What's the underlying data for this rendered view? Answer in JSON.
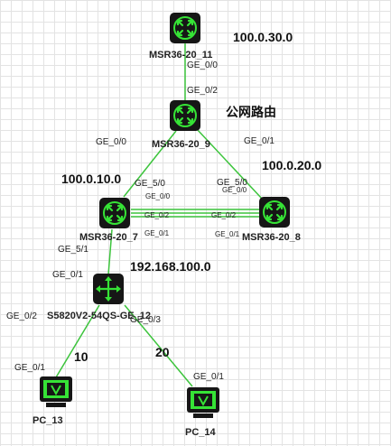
{
  "colors": {
    "link": "#3cc43c",
    "device_bg": "#161616",
    "device_glyph": "#36e336",
    "grid": "#e3e3e3"
  },
  "devices": {
    "msr11": {
      "name": "MSR36-20_11",
      "icon": "router-icon"
    },
    "msr9": {
      "name": "MSR36-20_9",
      "icon": "router-icon"
    },
    "msr7": {
      "name": "MSR36-20_7",
      "icon": "router-icon"
    },
    "msr8": {
      "name": "MSR36-20_8",
      "icon": "router-icon"
    },
    "sw": {
      "name": "S5820V2-54QS-GE_12",
      "icon": "switch-icon"
    },
    "pc13": {
      "name": "PC_13",
      "icon": "pc-icon"
    },
    "pc14": {
      "name": "PC_14",
      "icon": "pc-icon"
    }
  },
  "ports": {
    "msr11_ge00": "GE_0/0",
    "msr9_ge02": "GE_0/2",
    "msr9_ge00": "GE_0/0",
    "msr9_ge01": "GE_0/1",
    "msr7_ge50": "GE_5/0",
    "msr7_ge00": "GE_0/0",
    "msr7_ge02": "GE_0/2",
    "msr7_ge01": "GE_0/1",
    "msr7_ge51": "GE_5/1",
    "msr8_ge50": "GE_5/0",
    "msr8_ge00": "GE_0/0",
    "msr8_ge02": "GE_0/2",
    "msr8_ge01": "GE_0/1",
    "sw_ge01": "GE_0/1",
    "sw_ge02": "GE_0/2",
    "sw_ge03": "GE_0/3",
    "pc13_ge01": "GE_0/1",
    "pc14_ge01": "GE_0/1"
  },
  "annotations": {
    "net_100_0_30": "100.0.30.0",
    "public_routing": "公网路由",
    "net_100_0_10": "100.0.10.0",
    "net_100_0_20": "100.0.20.0",
    "net_192_168_100": "192.168.100.0",
    "vlan_10": "10",
    "vlan_20": "20"
  }
}
